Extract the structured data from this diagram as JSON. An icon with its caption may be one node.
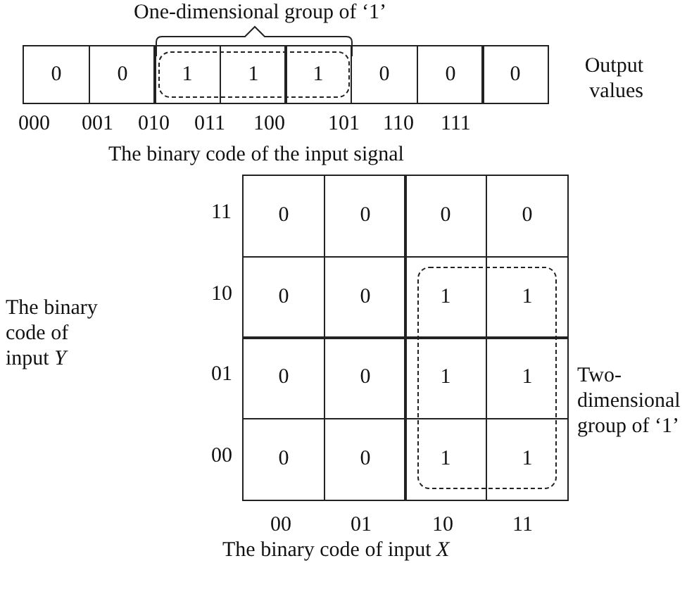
{
  "diagram": {
    "labels": [
      "One-dimensional group of ‘1’",
      "0",
      "0",
      "1",
      "1",
      "1",
      "0",
      "0",
      "0",
      "Output values",
      "000",
      "001",
      "010",
      "011",
      "100",
      "101",
      "110",
      "111",
      "The binary code of the input signal",
      "11",
      "0",
      "0",
      "0",
      "0",
      "The binary code of input *Y*",
      "10",
      "0",
      "0",
      "1",
      "1",
      "Two-dimensional group of ‘1’",
      "01",
      "0",
      "0",
      "1",
      "1",
      "00",
      "0",
      "0",
      "1",
      "1",
      "00",
      "01",
      "10",
      "11",
      "The binary code of input *X*"
    ]
  }
}
